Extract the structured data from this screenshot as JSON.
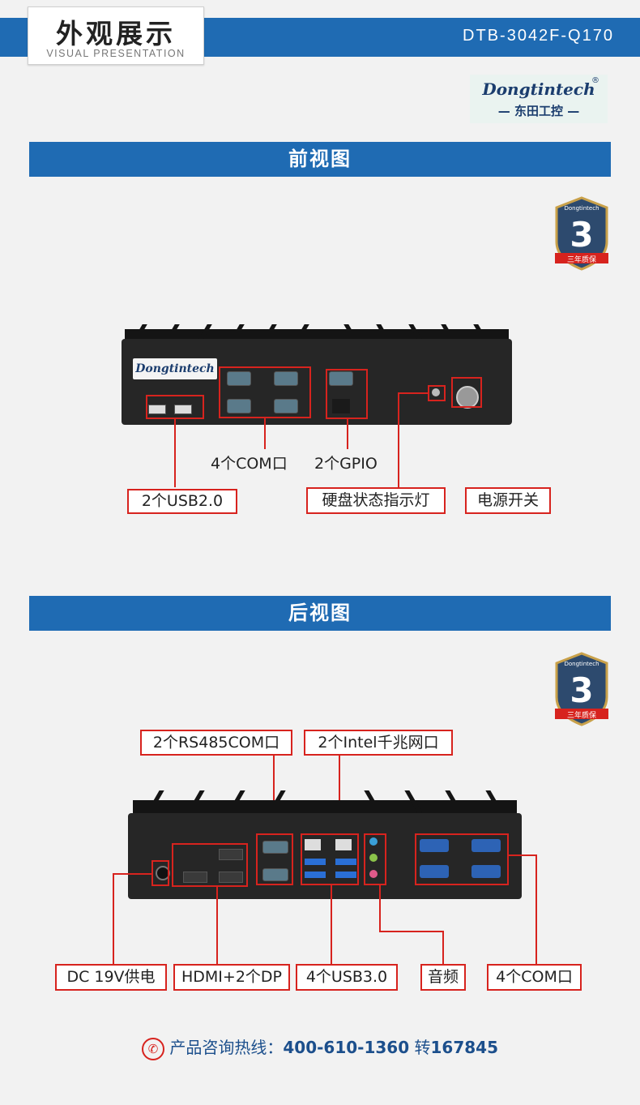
{
  "header": {
    "title": "外观展示",
    "subtitle": "VISUAL PRESENTATION",
    "model": "DTB-3042F-Q170"
  },
  "logo": {
    "name": "Dongtintech",
    "cn": "— 东田工控 —",
    "reg": "®"
  },
  "front": {
    "section_title": "前视图",
    "brand": "Dongtintech",
    "badge": {
      "brand": "Dongtintech",
      "number": "3",
      "ribbon": "三年质保"
    },
    "labels": {
      "com": "4个COM口",
      "gpio": "2个GPIO",
      "usb": "2个USB2.0",
      "hdd": "硬盘状态指示灯",
      "power": "电源开关"
    }
  },
  "rear": {
    "section_title": "后视图",
    "badge": {
      "brand": "Dongtintech",
      "number": "3",
      "ribbon": "三年质保"
    },
    "labels": {
      "rs485": "2个RS485COM口",
      "lan": "2个Intel千兆网口",
      "dc": "DC 19V供电",
      "hdmi": "HDMI+2个DP",
      "usb3": "4个USB3.0",
      "audio": "音频",
      "com": "4个COM口"
    }
  },
  "contact": {
    "label": "产品咨询热线：",
    "phone": "400-610-1360",
    "ext_label": "转",
    "ext": "167845"
  },
  "colors": {
    "blue": "#1f6bb3",
    "red": "#d7231e"
  }
}
